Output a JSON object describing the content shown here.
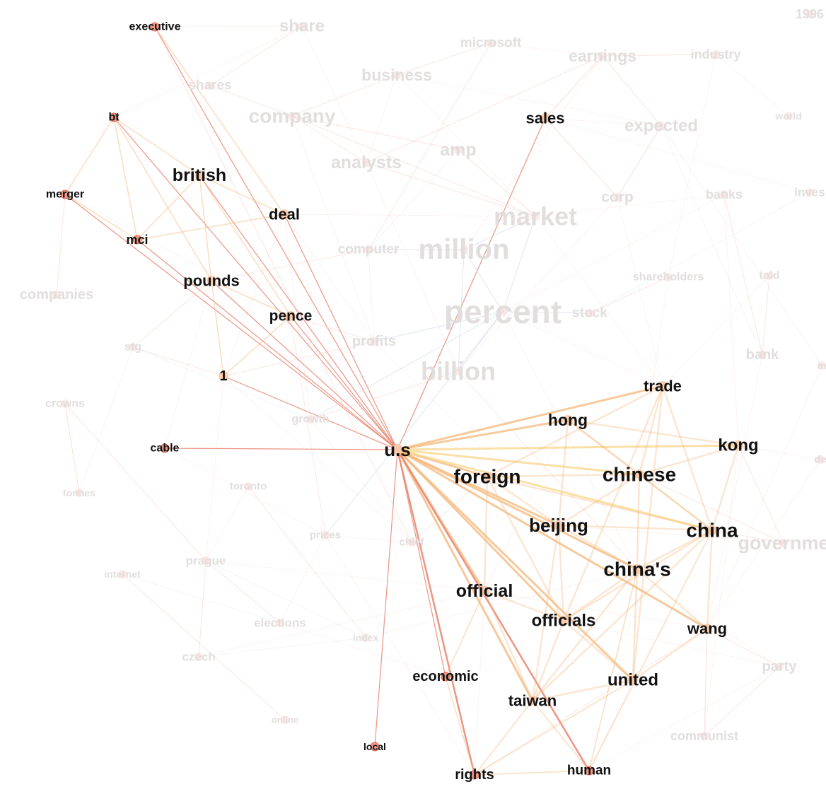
{
  "colors": {
    "edge_focus": "#e8836f",
    "edge_cluster": "#f4b77a",
    "edge_yellow": "#f8d68a",
    "edge_faded": "#f6ccc4",
    "edge_blue": "#c9d6e3",
    "node_focus": "#ee8f7e",
    "node_focus_stroke": "#d9604c",
    "node_orange": "#f9c9a8",
    "node_faded": "#f8dcd8",
    "text_focus": "#111111",
    "text_faded": "#e0dcdc"
  },
  "focus_node": "u.s",
  "nodes": [
    {
      "id": "u.s",
      "label": "u.s",
      "group": "focus"
    },
    {
      "id": "executive",
      "label": "executive",
      "group": "red"
    },
    {
      "id": "bt",
      "label": "bt",
      "group": "red"
    },
    {
      "id": "merger",
      "label": "merger",
      "group": "red"
    },
    {
      "id": "mci",
      "label": "mci",
      "group": "red"
    },
    {
      "id": "british",
      "label": "british",
      "group": "orange"
    },
    {
      "id": "deal",
      "label": "deal",
      "group": "orange"
    },
    {
      "id": "pounds",
      "label": "pounds",
      "group": "orange"
    },
    {
      "id": "pence",
      "label": "pence",
      "group": "orange"
    },
    {
      "id": "1",
      "label": "1",
      "group": "orange"
    },
    {
      "id": "cable",
      "label": "cable",
      "group": "red"
    },
    {
      "id": "sales",
      "label": "sales",
      "group": "orange"
    },
    {
      "id": "trade",
      "label": "trade",
      "group": "orange"
    },
    {
      "id": "hong",
      "label": "hong",
      "group": "orange"
    },
    {
      "id": "kong",
      "label": "kong",
      "group": "orange"
    },
    {
      "id": "foreign",
      "label": "foreign",
      "group": "orange"
    },
    {
      "id": "chinese",
      "label": "chinese",
      "group": "orange"
    },
    {
      "id": "beijing",
      "label": "beijing",
      "group": "orange"
    },
    {
      "id": "china",
      "label": "china",
      "group": "orange"
    },
    {
      "id": "china's",
      "label": "china's",
      "group": "orange"
    },
    {
      "id": "official",
      "label": "official",
      "group": "orange"
    },
    {
      "id": "officials",
      "label": "officials",
      "group": "orange"
    },
    {
      "id": "wang",
      "label": "wang",
      "group": "orange"
    },
    {
      "id": "economic",
      "label": "economic",
      "group": "red"
    },
    {
      "id": "united",
      "label": "united",
      "group": "orange"
    },
    {
      "id": "taiwan",
      "label": "taiwan",
      "group": "orange"
    },
    {
      "id": "local",
      "label": "local",
      "group": "red"
    },
    {
      "id": "rights",
      "label": "rights",
      "group": "red"
    },
    {
      "id": "human",
      "label": "human",
      "group": "red"
    },
    {
      "id": "share",
      "label": "share",
      "group": "faded"
    },
    {
      "id": "microsoft",
      "label": "microsoft",
      "group": "faded"
    },
    {
      "id": "earnings",
      "label": "earnings",
      "group": "faded"
    },
    {
      "id": "industry",
      "label": "industry",
      "group": "faded"
    },
    {
      "id": "1996",
      "label": "1996",
      "group": "faded"
    },
    {
      "id": "shares",
      "label": "shares",
      "group": "faded"
    },
    {
      "id": "business",
      "label": "business",
      "group": "faded"
    },
    {
      "id": "company",
      "label": "company",
      "group": "faded"
    },
    {
      "id": "expected",
      "label": "expected",
      "group": "faded"
    },
    {
      "id": "world",
      "label": "world",
      "group": "faded"
    },
    {
      "id": "amp",
      "label": "amp",
      "group": "faded"
    },
    {
      "id": "analysts",
      "label": "analysts",
      "group": "faded"
    },
    {
      "id": "corp",
      "label": "corp",
      "group": "faded"
    },
    {
      "id": "banks",
      "label": "banks",
      "group": "faded"
    },
    {
      "id": "invest",
      "label": "inves",
      "group": "faded"
    },
    {
      "id": "market",
      "label": "market",
      "group": "faded"
    },
    {
      "id": "computer",
      "label": "computer",
      "group": "faded"
    },
    {
      "id": "million",
      "label": "million",
      "group": "faded"
    },
    {
      "id": "shareholders",
      "label": "shareholders",
      "group": "faded"
    },
    {
      "id": "told",
      "label": "told",
      "group": "faded"
    },
    {
      "id": "companies",
      "label": "companies",
      "group": "faded"
    },
    {
      "id": "percent",
      "label": "percent",
      "group": "faded"
    },
    {
      "id": "stock",
      "label": "stock",
      "group": "faded"
    },
    {
      "id": "stg",
      "label": "stg",
      "group": "faded"
    },
    {
      "id": "profits",
      "label": "profits",
      "group": "faded"
    },
    {
      "id": "bank",
      "label": "bank",
      "group": "faded"
    },
    {
      "id": "billion",
      "label": "billion",
      "group": "faded"
    },
    {
      "id": "crowns",
      "label": "crowns",
      "group": "faded"
    },
    {
      "id": "growth",
      "label": "growth",
      "group": "faded"
    },
    {
      "id": "tonnes",
      "label": "tonnes",
      "group": "faded"
    },
    {
      "id": "toronto",
      "label": "toronto",
      "group": "faded"
    },
    {
      "id": "de",
      "label": "de",
      "group": "faded"
    },
    {
      "id": "government",
      "label": "governme",
      "group": "faded"
    },
    {
      "id": "prices",
      "label": "prices",
      "group": "faded"
    },
    {
      "id": "chief",
      "label": "chief",
      "group": "faded"
    },
    {
      "id": "prague",
      "label": "prague",
      "group": "faded"
    },
    {
      "id": "internet",
      "label": "internet",
      "group": "faded"
    },
    {
      "id": "elections",
      "label": "elections",
      "group": "faded"
    },
    {
      "id": "index",
      "label": "index",
      "group": "faded"
    },
    {
      "id": "czech",
      "label": "czech",
      "group": "faded"
    },
    {
      "id": "party",
      "label": "party",
      "group": "faded"
    },
    {
      "id": "online",
      "label": "online",
      "group": "faded"
    },
    {
      "id": "communist",
      "label": "communist",
      "group": "faded"
    },
    {
      "id": "m",
      "label": "m",
      "group": "faded"
    }
  ],
  "edges": [
    [
      "u.s",
      "executive"
    ],
    [
      "u.s",
      "bt"
    ],
    [
      "u.s",
      "merger"
    ],
    [
      "u.s",
      "mci"
    ],
    [
      "u.s",
      "british"
    ],
    [
      "u.s",
      "deal"
    ],
    [
      "u.s",
      "pounds"
    ],
    [
      "u.s",
      "pence"
    ],
    [
      "u.s",
      "1"
    ],
    [
      "u.s",
      "cable"
    ],
    [
      "u.s",
      "sales"
    ],
    [
      "u.s",
      "trade"
    ],
    [
      "u.s",
      "hong"
    ],
    [
      "u.s",
      "kong"
    ],
    [
      "u.s",
      "foreign"
    ],
    [
      "u.s",
      "chinese"
    ],
    [
      "u.s",
      "beijing"
    ],
    [
      "u.s",
      "china"
    ],
    [
      "u.s",
      "china's"
    ],
    [
      "u.s",
      "official"
    ],
    [
      "u.s",
      "officials"
    ],
    [
      "u.s",
      "wang"
    ],
    [
      "u.s",
      "economic"
    ],
    [
      "u.s",
      "united"
    ],
    [
      "u.s",
      "taiwan"
    ],
    [
      "u.s",
      "local"
    ],
    [
      "u.s",
      "rights"
    ],
    [
      "u.s",
      "human"
    ],
    [
      "hong",
      "kong"
    ],
    [
      "hong",
      "chinese"
    ],
    [
      "hong",
      "china"
    ],
    [
      "hong",
      "beijing"
    ],
    [
      "kong",
      "chinese"
    ],
    [
      "kong",
      "china"
    ],
    [
      "chinese",
      "china"
    ],
    [
      "chinese",
      "beijing"
    ],
    [
      "chinese",
      "china's"
    ],
    [
      "china",
      "china's"
    ],
    [
      "china",
      "beijing"
    ],
    [
      "china",
      "taiwan"
    ],
    [
      "china",
      "officials"
    ],
    [
      "china",
      "wang"
    ],
    [
      "beijing",
      "china's"
    ],
    [
      "beijing",
      "taiwan"
    ],
    [
      "beijing",
      "officials"
    ],
    [
      "china's",
      "taiwan"
    ],
    [
      "china's",
      "united"
    ],
    [
      "china's",
      "officials"
    ],
    [
      "china's",
      "wang"
    ],
    [
      "trade",
      "china"
    ],
    [
      "trade",
      "chinese"
    ],
    [
      "trade",
      "foreign"
    ],
    [
      "trade",
      "united"
    ],
    [
      "trade",
      "officials"
    ],
    [
      "foreign",
      "chinese"
    ],
    [
      "foreign",
      "china"
    ],
    [
      "foreign",
      "beijing"
    ],
    [
      "foreign",
      "official"
    ],
    [
      "foreign",
      "officials"
    ],
    [
      "official",
      "officials"
    ],
    [
      "official",
      "taiwan"
    ],
    [
      "official",
      "economic"
    ],
    [
      "officials",
      "taiwan"
    ],
    [
      "officials",
      "united"
    ],
    [
      "taiwan",
      "united"
    ],
    [
      "taiwan",
      "rights"
    ],
    [
      "taiwan",
      "human"
    ],
    [
      "united",
      "wang"
    ],
    [
      "united",
      "rights"
    ],
    [
      "rights",
      "human"
    ],
    [
      "rights",
      "economic"
    ],
    [
      "human",
      "china"
    ],
    [
      "human",
      "china's"
    ],
    [
      "wang",
      "party"
    ],
    [
      "wang",
      "communist"
    ],
    [
      "party",
      "communist"
    ],
    [
      "kong",
      "government"
    ],
    [
      "china",
      "government"
    ],
    [
      "chinese",
      "government"
    ],
    [
      "bt",
      "mci"
    ],
    [
      "bt",
      "british"
    ],
    [
      "bt",
      "pounds"
    ],
    [
      "bt",
      "merger"
    ],
    [
      "mci",
      "merger"
    ],
    [
      "mci",
      "british"
    ],
    [
      "british",
      "pounds"
    ],
    [
      "british",
      "pence"
    ],
    [
      "british",
      "deal"
    ],
    [
      "pounds",
      "pence"
    ],
    [
      "pounds",
      "1"
    ],
    [
      "pence",
      "1"
    ],
    [
      "deal",
      "mci"
    ],
    [
      "executive",
      "deal"
    ],
    [
      "pounds",
      "stg"
    ],
    [
      "pence",
      "profits"
    ],
    [
      "1",
      "profits"
    ],
    [
      "1",
      "stg"
    ],
    [
      "companies",
      "merger"
    ],
    [
      "crowns",
      "tonnes"
    ],
    [
      "prague",
      "czech"
    ],
    [
      "prague",
      "elections"
    ],
    [
      "crowns",
      "prague"
    ],
    [
      "internet",
      "online"
    ],
    [
      "toronto",
      "index"
    ],
    [
      "chief",
      "executive"
    ],
    [
      "percent",
      "million"
    ],
    [
      "percent",
      "billion"
    ],
    [
      "percent",
      "market"
    ],
    [
      "percent",
      "stock"
    ],
    [
      "percent",
      "profits"
    ],
    [
      "million",
      "billion"
    ],
    [
      "million",
      "market"
    ],
    [
      "million",
      "computer"
    ],
    [
      "market",
      "analysts"
    ],
    [
      "market",
      "company"
    ],
    [
      "company",
      "shares"
    ],
    [
      "company",
      "business"
    ],
    [
      "company",
      "analysts"
    ],
    [
      "business",
      "microsoft"
    ],
    [
      "microsoft",
      "computer"
    ],
    [
      "earnings",
      "expected"
    ],
    [
      "earnings",
      "analysts"
    ],
    [
      "expected",
      "corp"
    ],
    [
      "corp",
      "sales"
    ],
    [
      "sales",
      "earnings"
    ],
    [
      "industry",
      "earnings"
    ],
    [
      "share",
      "shares"
    ],
    [
      "shareholders",
      "stock"
    ],
    [
      "banks",
      "bank"
    ],
    [
      "told",
      "bank"
    ],
    [
      "growth",
      "percent"
    ],
    [
      "billion",
      "growth"
    ],
    [
      "prices",
      "percent"
    ],
    [
      "amp",
      "company"
    ],
    [
      "amp",
      "market"
    ]
  ]
}
